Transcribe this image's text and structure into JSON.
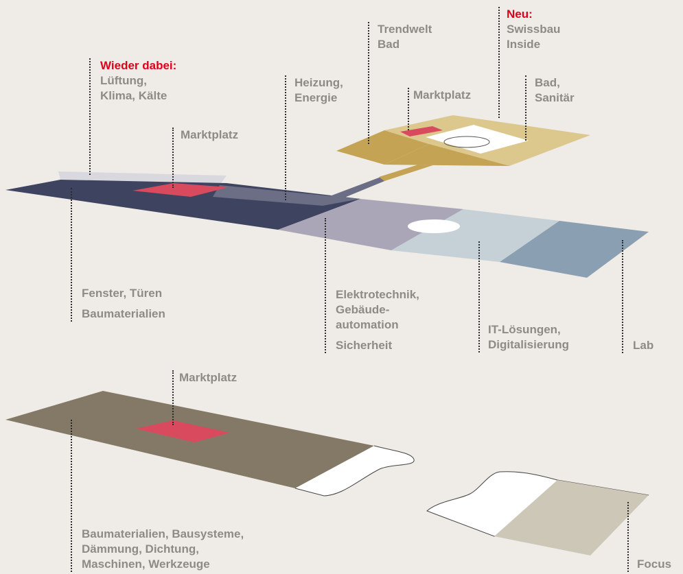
{
  "colors": {
    "background": "#efebe6",
    "text": "#8e8a86",
    "highlight_text": "#e1001a",
    "marktplatz": "#d94a5f",
    "hall_navy": "#3e4360",
    "hall_slate": "#6b6e85",
    "hall_lightgrey": "#d9d8de",
    "hall_lavender": "#aba5b8",
    "hall_paleblue": "#c5d1d7",
    "hall_steelblue": "#8a9fb2",
    "inside_gold": "#c4a454",
    "inside_sand": "#dcc78c",
    "hall_brown": "#847866",
    "focus_beige": "#cdc7b8"
  },
  "labels": {
    "lueftung": {
      "prefix": "Wieder dabei:",
      "line1": "Lüftung,",
      "line2": "Klima, Kälte"
    },
    "heizung": {
      "line1": "Heizung,",
      "line2": "Energie"
    },
    "trendwelt": {
      "line1": "Trendwelt",
      "line2": "Bad"
    },
    "swissbau_inside": {
      "prefix": "Neu:",
      "line1": "Swissbau",
      "line2": "Inside"
    },
    "bad_sanitaer": {
      "line1": "Bad,",
      "line2": "Sanitär"
    },
    "marktplatz_top": "Marktplatz",
    "marktplatz_inside": "Marktplatz",
    "marktplatz_bottom": "Marktplatz",
    "fenster": {
      "line1": "Fenster, Türen",
      "line2": "Baumaterialien"
    },
    "elektro": {
      "line1": "Elektrotechnik,",
      "line2": "Gebäude-",
      "line3": "automation",
      "line4": "Sicherheit"
    },
    "it": {
      "line1": "IT-Lösungen,",
      "line2": "Digitalisierung"
    },
    "lab": "Lab",
    "baumaterialien": {
      "line1": "Baumaterialien, Bausysteme,",
      "line2": "Dämmung, Dichtung,",
      "line3": "Maschinen, Werkzeuge"
    },
    "focus": "Focus"
  }
}
